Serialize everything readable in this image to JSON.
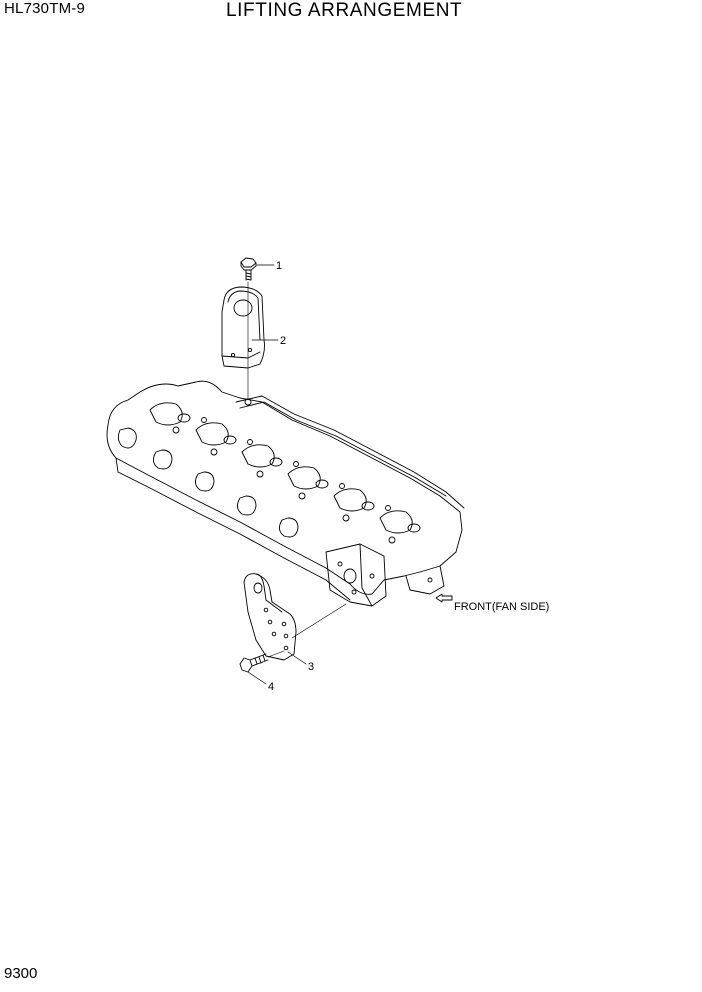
{
  "header": {
    "model": "HL730TM-9",
    "title": "LIFTING ARRANGEMENT"
  },
  "footer": {
    "page_number": "9300"
  },
  "diagram": {
    "callouts": [
      "1",
      "2",
      "3",
      "4"
    ],
    "direction_note": "FRONT(FAN SIDE)"
  }
}
